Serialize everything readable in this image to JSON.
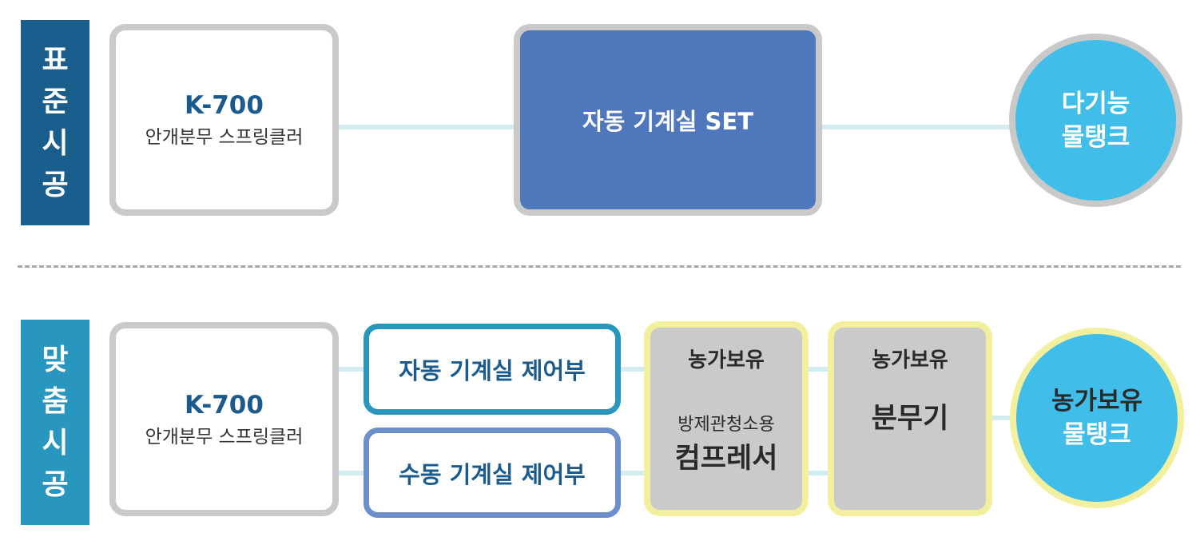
{
  "standard": {
    "label": [
      "표",
      "준",
      "시",
      "공"
    ],
    "sprinkler": {
      "model": "K-700",
      "name": "안개분무 스프링클러"
    },
    "machine_room": "자동 기계실 SET",
    "tank": [
      "다기능",
      "물탱크"
    ]
  },
  "custom": {
    "label": [
      "맞",
      "춤",
      "시",
      "공"
    ],
    "sprinkler": {
      "model": "K-700",
      "name": "안개분무 스프링클러"
    },
    "auto_control": "자동 기계실 제어부",
    "manual_control": "수동 기계실 제어부",
    "compressor": {
      "owner": "농가보유",
      "desc": "방제관청소용",
      "name": "컴프레서"
    },
    "sprayer": {
      "owner": "농가보유",
      "name": "분무기"
    },
    "tank": [
      "농가보유",
      "물탱크"
    ]
  },
  "colors": {
    "standard_bar": "#1a5e8d",
    "custom_bar": "#2896bf",
    "machine_room": "#4f77bb",
    "tank": "#41bde9",
    "highlight_border": "#f2ef9e"
  }
}
